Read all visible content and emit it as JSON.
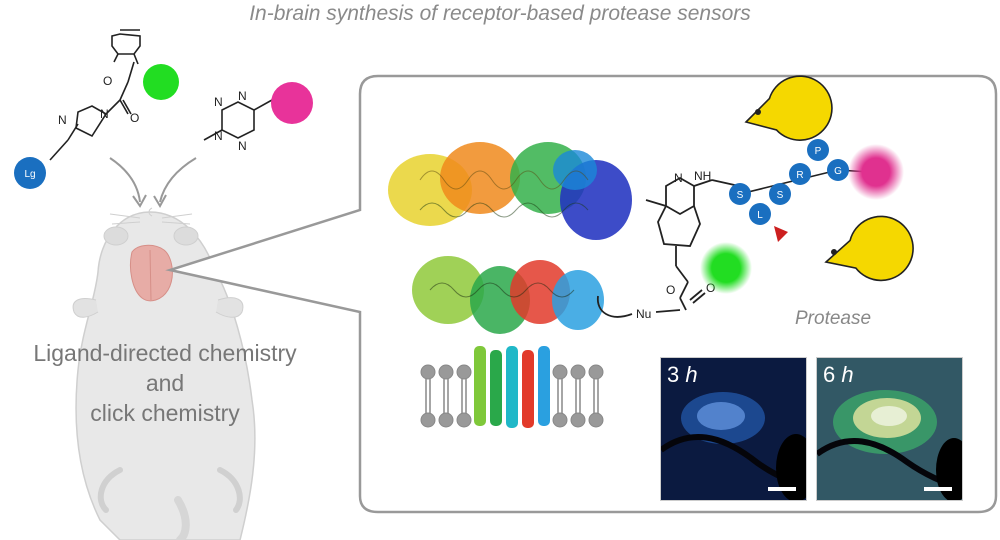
{
  "title": "In-brain synthesis of receptor-based protease sensors",
  "caption": {
    "line1": "Ligand-directed chemistry",
    "line2": "and",
    "line3": "click chemistry"
  },
  "protease_label": "Protease",
  "leaving_group_label": "Lg",
  "nucleophile_label": "Nu",
  "peptide_beads": [
    "S",
    "L",
    "S",
    "R",
    "P",
    "G"
  ],
  "atoms": {
    "o": "O",
    "n": "N",
    "nh": "NH"
  },
  "micrographs": [
    {
      "time": "3",
      "unit": "h"
    },
    {
      "time": "6",
      "unit": "h"
    }
  ],
  "colors": {
    "leaving_group": "#1a6fc0",
    "fluorophore_green": "#22dd22",
    "dye_magenta": "#e8339a",
    "pacman": "#f5d800",
    "cleavage_marker": "#cc1f1f",
    "panel_border": "#999999"
  }
}
